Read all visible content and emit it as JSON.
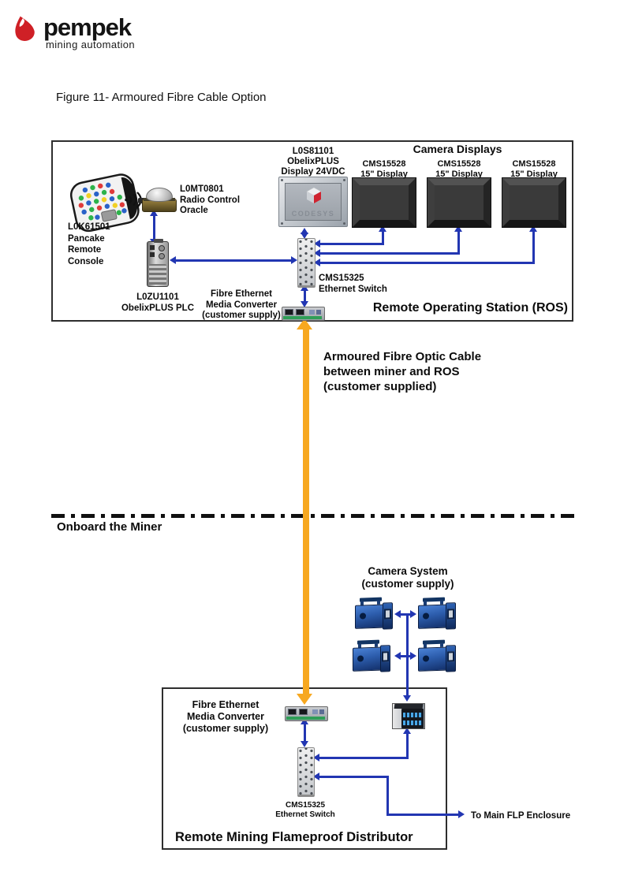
{
  "logo": {
    "brand": "pempek",
    "tagline": "mining automation"
  },
  "figure_title": "Figure 11- Armoured Fibre Cable Option",
  "colors": {
    "arrow_blue": "#2236b2",
    "cable_orange": "#F7A820",
    "brand_red": "#cf2026",
    "box_border": "#2e2e2e"
  },
  "ros": {
    "station_title": "Remote Operating Station (ROS)",
    "camera_displays_title": "Camera Displays",
    "displays": [
      {
        "line1": "CMS15528",
        "line2": "15\" Display"
      },
      {
        "line1": "CMS15528",
        "line2": "15\" Display"
      },
      {
        "line1": "CMS15528",
        "line2": "15\" Display"
      }
    ],
    "pancake_label": {
      "l1": "L0K61501",
      "l2": "Pancake",
      "l3": "Remote",
      "l4": "Console"
    },
    "oracle_label": {
      "l1": "L0MT0801",
      "l2": "Radio Control",
      "l3": "Oracle"
    },
    "plc_label": {
      "l1": "L0ZU1101",
      "l2": "ObelixPLUS PLC"
    },
    "hmi_label": {
      "l1": "L0S81101",
      "l2": "ObelixPLUS",
      "l3": "Display 24VDC"
    },
    "hmi_screen_text": "CODESYS",
    "switch_label": {
      "l1": "CMS15325",
      "l2": "Ethernet Switch"
    },
    "converter_label": {
      "l1": "Fibre Ethernet",
      "l2": "Media Converter",
      "l3": "(customer supply)"
    }
  },
  "fibre_cable_label": {
    "l1": "Armoured Fibre Optic Cable",
    "l2": "between miner and ROS",
    "l3": "(customer supplied)"
  },
  "divider_label": "Onboard the Miner",
  "camera_system_label": {
    "l1": "Camera System",
    "l2": "(customer supply)"
  },
  "flp": {
    "box_title": "Remote Mining Flameproof Distributor",
    "converter_label": {
      "l1": "Fibre Ethernet",
      "l2": "Media Converter",
      "l3": "(customer supply)"
    },
    "switch_label": {
      "l1": "CMS15325",
      "l2": "Ethernet Switch"
    },
    "to_enclosure": "To Main FLP Enclosure"
  }
}
